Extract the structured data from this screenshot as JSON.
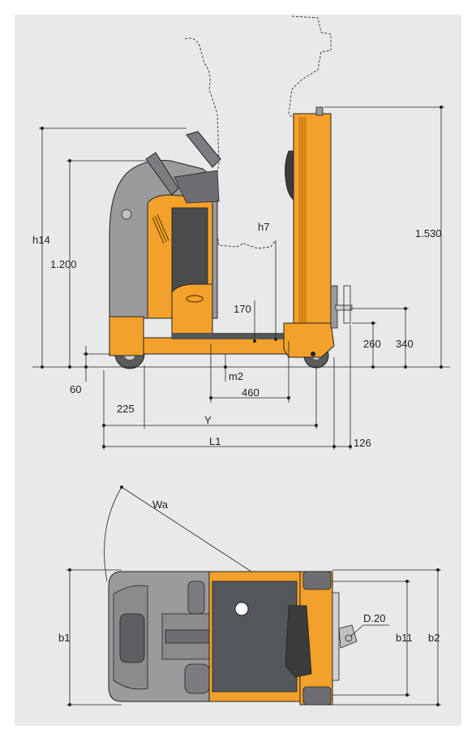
{
  "labels": {
    "h14": "h14",
    "h7": "h7",
    "v1200": "1.200",
    "v1530": "1.530",
    "v170": "170",
    "v260": "260",
    "v340": "340",
    "v60": "60",
    "v225": "225",
    "m2": "m2",
    "v460": "460",
    "Y": "Y",
    "L1": "L1",
    "v126": "126",
    "Wa": "Wa",
    "b1": "b1",
    "b11": "b11",
    "b2": "b2",
    "D20": "D.20"
  },
  "colors": {
    "background": "#e8e9ea",
    "body_orange": "#f2a12b",
    "body_dark_orange": "#d9861a",
    "housing_grey": "#9a9b9d",
    "dark_grey": "#4a4b4d",
    "deck_dark": "#55585a",
    "outline": "#222222"
  }
}
